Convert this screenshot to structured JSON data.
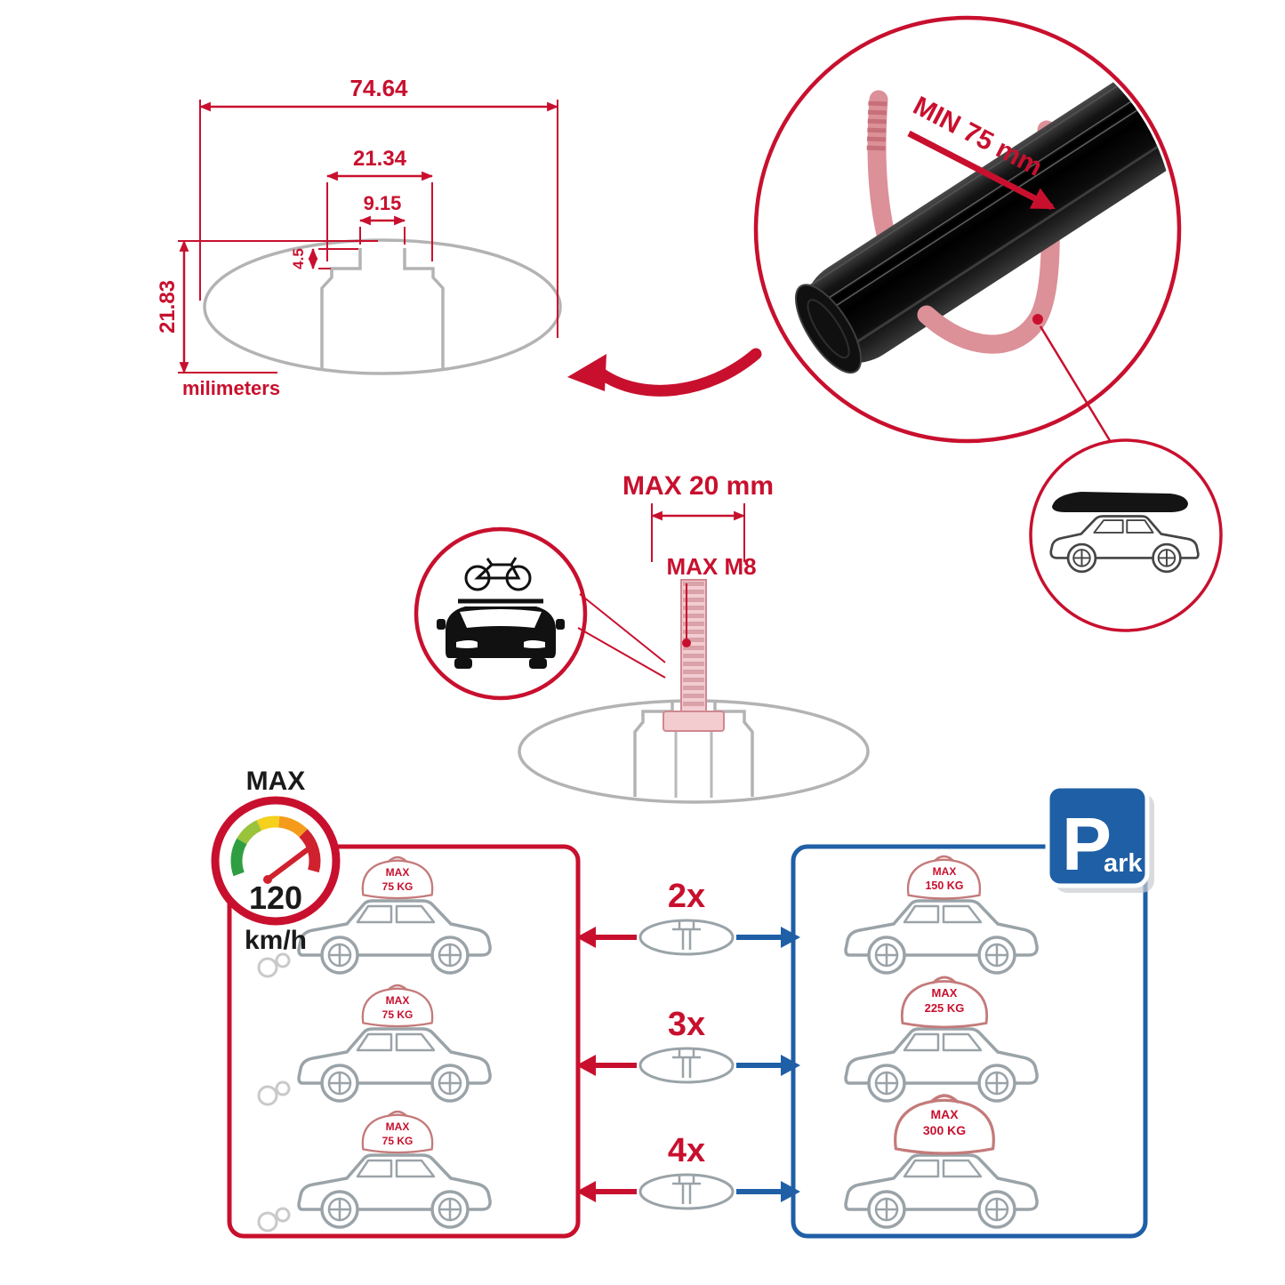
{
  "colors": {
    "red": "#c8102e",
    "blue": "#1f5fa6",
    "gray": "#b3b3b3",
    "black": "#111111"
  },
  "cross_section": {
    "dim_total": "74.64",
    "dim_outer": "21.34",
    "dim_inner": "9.15",
    "dim_depth": "4.5",
    "dim_height": "21.83",
    "unit": "milimeters"
  },
  "clamp": {
    "min_label": "MIN 75 mm"
  },
  "bolt": {
    "max_length": "MAX 20 mm",
    "max_thread": "MAX M8"
  },
  "speed": {
    "label": "MAX",
    "value": "120",
    "unit": "km/h"
  },
  "quantities": [
    {
      "label": "2x"
    },
    {
      "label": "3x"
    },
    {
      "label": "4x"
    }
  ],
  "driving": {
    "bags": [
      {
        "max": "MAX",
        "kg": "75 KG"
      },
      {
        "max": "MAX",
        "kg": "75 KG"
      },
      {
        "max": "MAX",
        "kg": "75 KG"
      }
    ]
  },
  "parked": {
    "bags": [
      {
        "max": "MAX",
        "kg": "150 KG"
      },
      {
        "max": "MAX",
        "kg": "225 KG"
      },
      {
        "max": "MAX",
        "kg": "300 KG"
      }
    ]
  },
  "parking_sign": {
    "letter": "P",
    "suffix": "ark"
  }
}
